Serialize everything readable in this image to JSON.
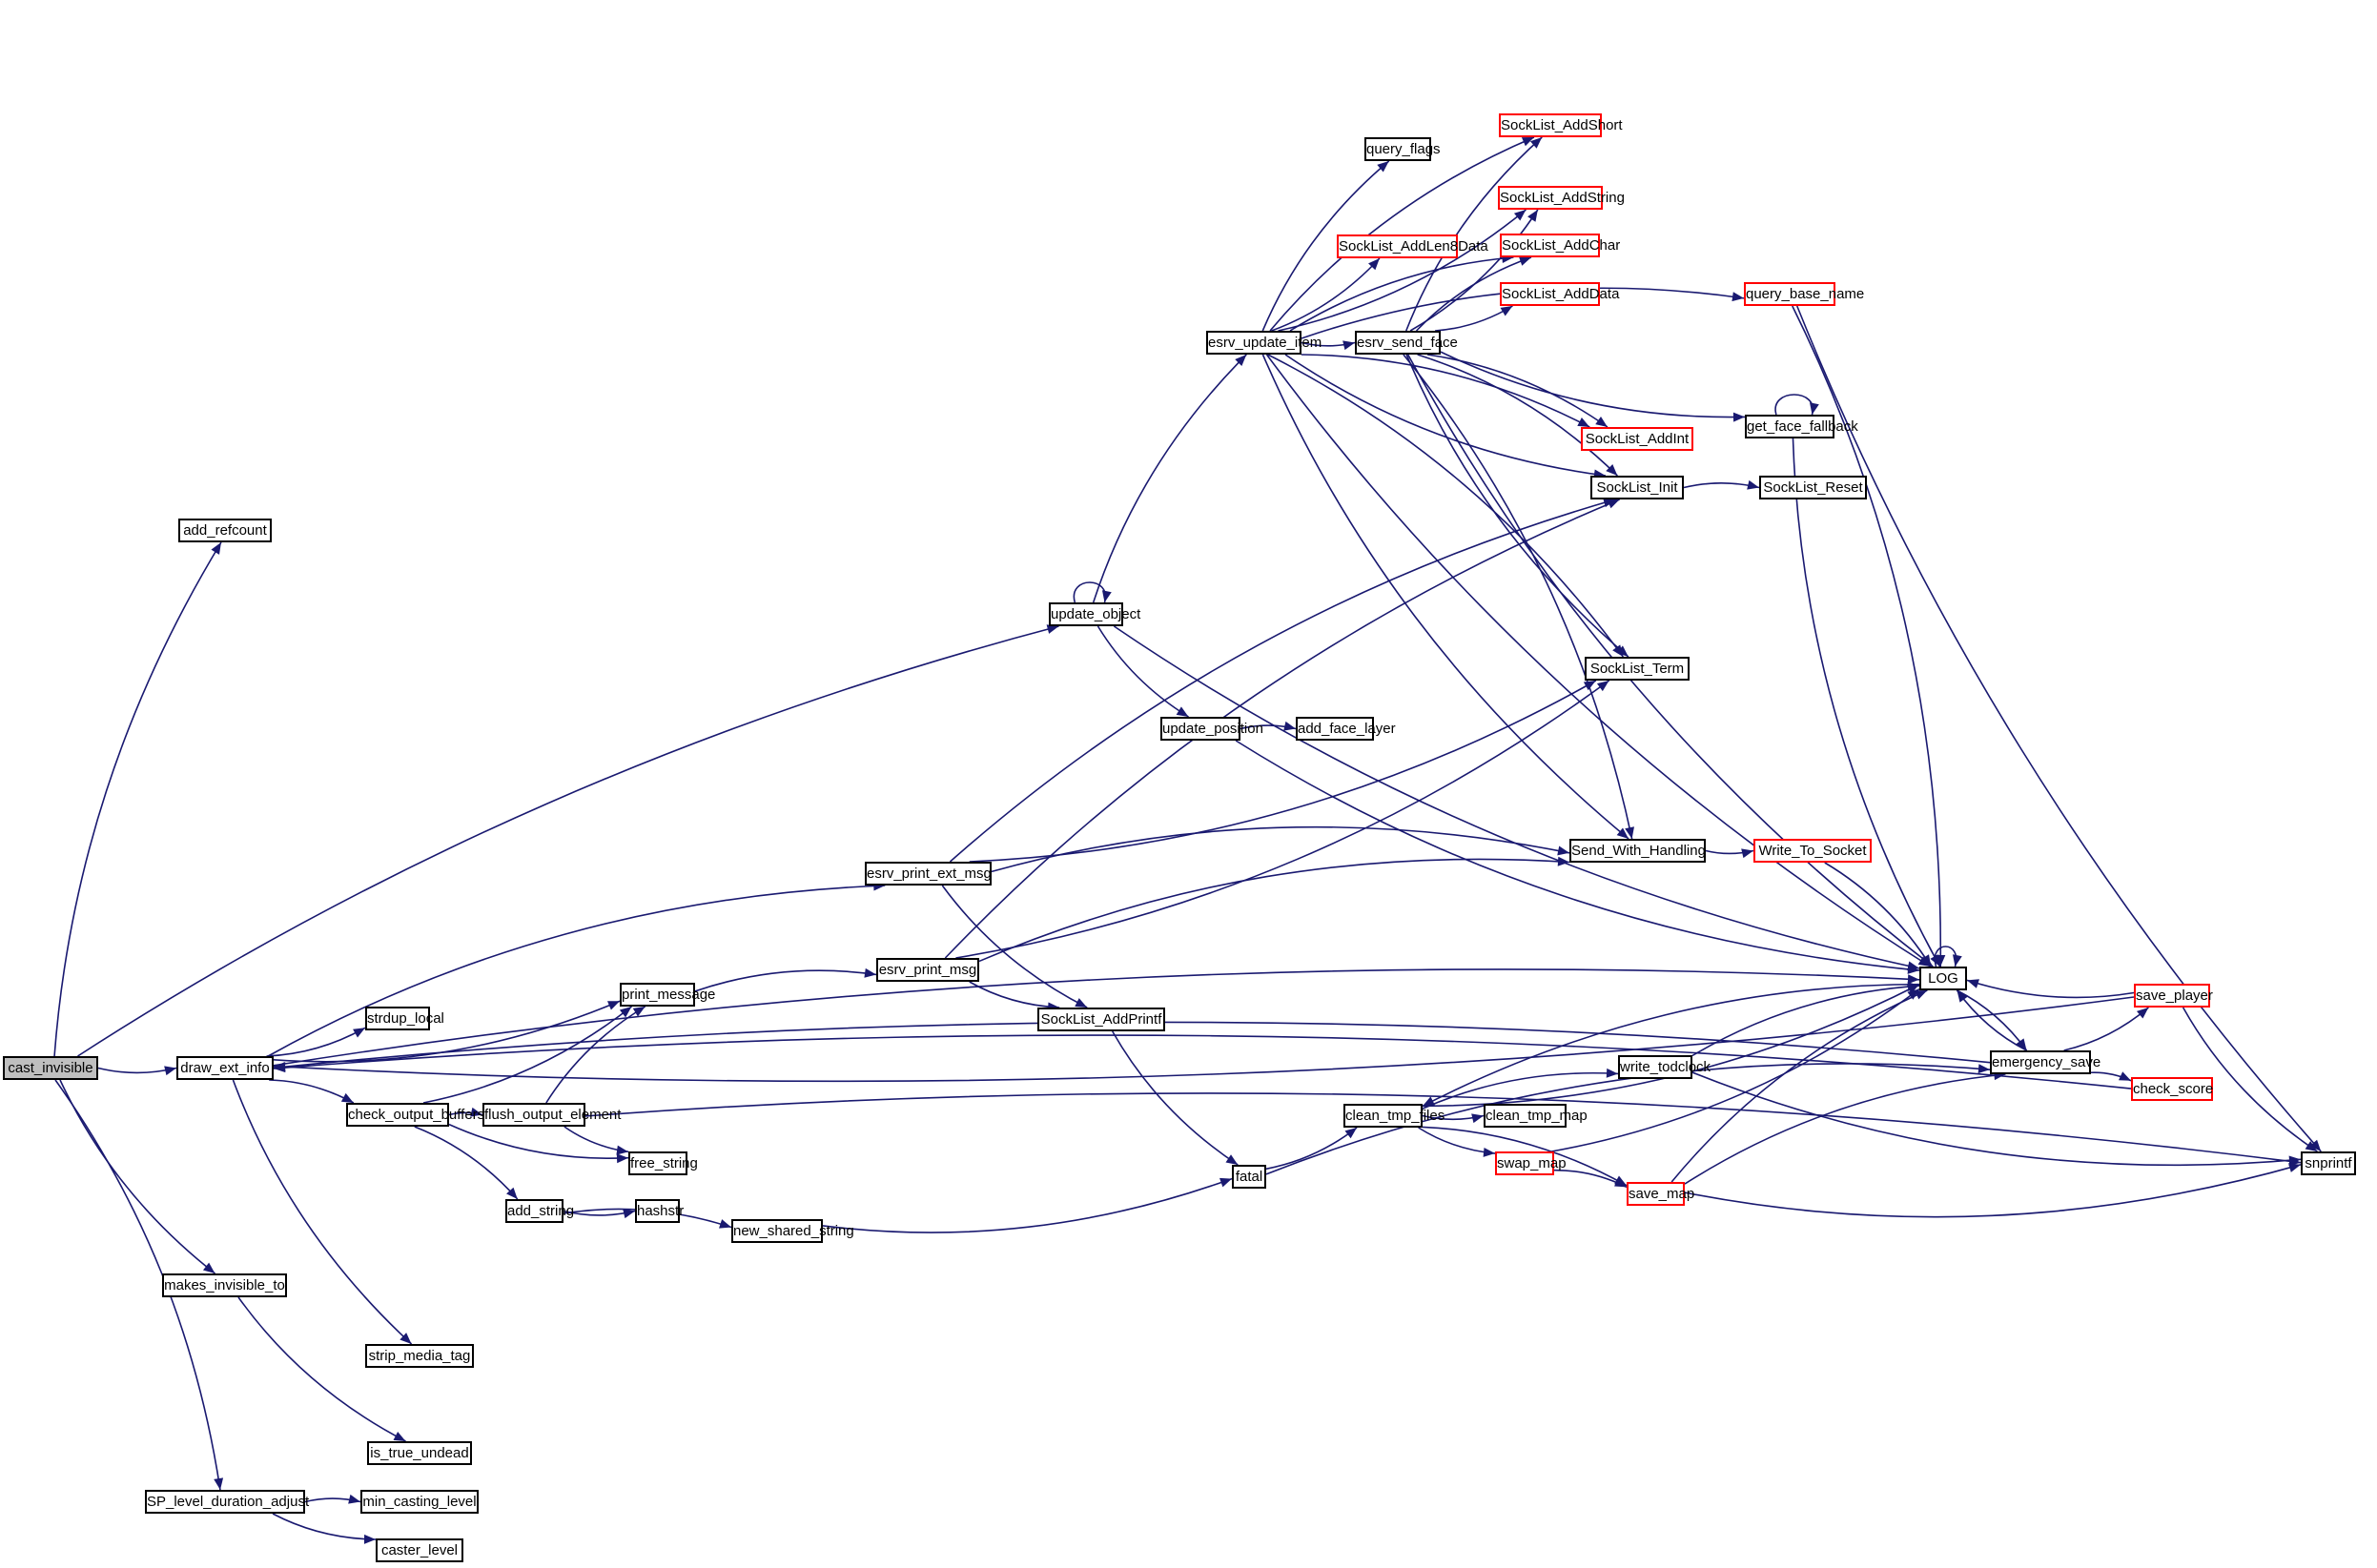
{
  "diagram": {
    "type": "call-graph",
    "root": "cast_invisible",
    "colors": {
      "edge": "#191970",
      "node_border": "#000000",
      "truncated_border": "#ff0000",
      "root_fill": "#bfbfbf"
    },
    "nodes": [
      {
        "id": "cast_invisible",
        "label": "cast_invisible",
        "style": "root"
      },
      {
        "id": "add_refcount",
        "label": "add_refcount",
        "style": "normal"
      },
      {
        "id": "draw_ext_info",
        "label": "draw_ext_info",
        "style": "normal"
      },
      {
        "id": "makes_invisible_to",
        "label": "makes_invisible_to",
        "style": "normal"
      },
      {
        "id": "SP_level_duration_adjust",
        "label": "SP_level_duration_adjust",
        "style": "normal"
      },
      {
        "id": "update_object",
        "label": "update_object",
        "style": "normal"
      },
      {
        "id": "strdup_local",
        "label": "strdup_local",
        "style": "normal"
      },
      {
        "id": "check_output_buffers",
        "label": "check_output_buffers",
        "style": "normal"
      },
      {
        "id": "strip_media_tag",
        "label": "strip_media_tag",
        "style": "normal"
      },
      {
        "id": "is_true_undead",
        "label": "is_true_undead",
        "style": "normal"
      },
      {
        "id": "min_casting_level",
        "label": "min_casting_level",
        "style": "normal"
      },
      {
        "id": "caster_level",
        "label": "caster_level",
        "style": "normal"
      },
      {
        "id": "flush_output_element",
        "label": "flush_output_element",
        "style": "normal"
      },
      {
        "id": "add_string",
        "label": "add_string",
        "style": "normal"
      },
      {
        "id": "free_string",
        "label": "free_string",
        "style": "normal"
      },
      {
        "id": "hashstr",
        "label": "hashstr",
        "style": "normal"
      },
      {
        "id": "print_message",
        "label": "print_message",
        "style": "normal"
      },
      {
        "id": "esrv_print_ext_msg",
        "label": "esrv_print_ext_msg",
        "style": "normal"
      },
      {
        "id": "esrv_print_msg",
        "label": "esrv_print_msg",
        "style": "normal"
      },
      {
        "id": "new_shared_string",
        "label": "new_shared_string",
        "style": "normal"
      },
      {
        "id": "SockList_AddPrintf",
        "label": "SockList_AddPrintf",
        "style": "normal"
      },
      {
        "id": "update_position",
        "label": "update_position",
        "style": "normal"
      },
      {
        "id": "add_face_layer",
        "label": "add_face_layer",
        "style": "normal"
      },
      {
        "id": "esrv_update_item",
        "label": "esrv_update_item",
        "style": "normal"
      },
      {
        "id": "esrv_send_face",
        "label": "esrv_send_face",
        "style": "normal"
      },
      {
        "id": "query_flags",
        "label": "query_flags",
        "style": "normal"
      },
      {
        "id": "SockList_AddLen8Data",
        "label": "SockList_AddLen8Data",
        "style": "truncated"
      },
      {
        "id": "SockList_AddShort",
        "label": "SockList_AddShort",
        "style": "truncated"
      },
      {
        "id": "SockList_AddString",
        "label": "SockList_AddString",
        "style": "truncated"
      },
      {
        "id": "SockList_AddChar",
        "label": "SockList_AddChar",
        "style": "truncated"
      },
      {
        "id": "SockList_AddData",
        "label": "SockList_AddData",
        "style": "truncated"
      },
      {
        "id": "SockList_AddInt",
        "label": "SockList_AddInt",
        "style": "truncated"
      },
      {
        "id": "SockList_Init",
        "label": "SockList_Init",
        "style": "normal"
      },
      {
        "id": "SockList_Reset",
        "label": "SockList_Reset",
        "style": "normal"
      },
      {
        "id": "SockList_Term",
        "label": "SockList_Term",
        "style": "normal"
      },
      {
        "id": "Send_With_Handling",
        "label": "Send_With_Handling",
        "style": "normal"
      },
      {
        "id": "Write_To_Socket",
        "label": "Write_To_Socket",
        "style": "truncated"
      },
      {
        "id": "query_base_name",
        "label": "query_base_name",
        "style": "truncated"
      },
      {
        "id": "get_face_fallback",
        "label": "get_face_fallback",
        "style": "normal"
      },
      {
        "id": "fatal",
        "label": "fatal",
        "style": "normal"
      },
      {
        "id": "clean_tmp_files",
        "label": "clean_tmp_files",
        "style": "normal"
      },
      {
        "id": "clean_tmp_map",
        "label": "clean_tmp_map",
        "style": "normal"
      },
      {
        "id": "write_todclock",
        "label": "write_todclock",
        "style": "normal"
      },
      {
        "id": "swap_map",
        "label": "swap_map",
        "style": "truncated"
      },
      {
        "id": "save_map",
        "label": "save_map",
        "style": "truncated"
      },
      {
        "id": "LOG",
        "label": "LOG",
        "style": "normal"
      },
      {
        "id": "emergency_save",
        "label": "emergency_save",
        "style": "normal"
      },
      {
        "id": "save_player",
        "label": "save_player",
        "style": "truncated"
      },
      {
        "id": "check_score",
        "label": "check_score",
        "style": "truncated"
      },
      {
        "id": "snprintf",
        "label": "snprintf",
        "style": "normal"
      }
    ],
    "edges": [
      [
        "cast_invisible",
        "add_refcount"
      ],
      [
        "cast_invisible",
        "draw_ext_info"
      ],
      [
        "cast_invisible",
        "update_object"
      ],
      [
        "cast_invisible",
        "makes_invisible_to"
      ],
      [
        "cast_invisible",
        "SP_level_duration_adjust"
      ],
      [
        "draw_ext_info",
        "strdup_local"
      ],
      [
        "draw_ext_info",
        "check_output_buffers"
      ],
      [
        "draw_ext_info",
        "print_message"
      ],
      [
        "draw_ext_info",
        "esrv_print_ext_msg"
      ],
      [
        "draw_ext_info",
        "strip_media_tag"
      ],
      [
        "draw_ext_info",
        "LOG"
      ],
      [
        "makes_invisible_to",
        "is_true_undead"
      ],
      [
        "SP_level_duration_adjust",
        "min_casting_level"
      ],
      [
        "SP_level_duration_adjust",
        "caster_level"
      ],
      [
        "check_output_buffers",
        "flush_output_element"
      ],
      [
        "check_output_buffers",
        "free_string"
      ],
      [
        "check_output_buffers",
        "add_string"
      ],
      [
        "check_output_buffers",
        "print_message"
      ],
      [
        "flush_output_element",
        "print_message"
      ],
      [
        "flush_output_element",
        "free_string"
      ],
      [
        "flush_output_element",
        "snprintf"
      ],
      [
        "add_string",
        "hashstr"
      ],
      [
        "add_string",
        "new_shared_string"
      ],
      [
        "new_shared_string",
        "fatal"
      ],
      [
        "print_message",
        "esrv_print_msg"
      ],
      [
        "esrv_print_msg",
        "SockList_AddPrintf"
      ],
      [
        "esrv_print_msg",
        "SockList_Init"
      ],
      [
        "esrv_print_msg",
        "SockList_Term"
      ],
      [
        "esrv_print_msg",
        "Send_With_Handling"
      ],
      [
        "esrv_print_ext_msg",
        "SockList_AddPrintf"
      ],
      [
        "esrv_print_ext_msg",
        "SockList_Init"
      ],
      [
        "esrv_print_ext_msg",
        "SockList_Term"
      ],
      [
        "esrv_print_ext_msg",
        "Send_With_Handling"
      ],
      [
        "SockList_AddPrintf",
        "fatal"
      ],
      [
        "update_object",
        "update_object"
      ],
      [
        "update_object",
        "update_position"
      ],
      [
        "update_object",
        "esrv_update_item"
      ],
      [
        "update_object",
        "LOG"
      ],
      [
        "update_position",
        "add_face_layer"
      ],
      [
        "update_position",
        "LOG"
      ],
      [
        "esrv_update_item",
        "query_flags"
      ],
      [
        "esrv_update_item",
        "SockList_AddLen8Data"
      ],
      [
        "esrv_update_item",
        "SockList_AddShort"
      ],
      [
        "esrv_update_item",
        "SockList_AddString"
      ],
      [
        "esrv_update_item",
        "SockList_AddChar"
      ],
      [
        "esrv_update_item",
        "esrv_send_face"
      ],
      [
        "esrv_update_item",
        "SockList_AddInt"
      ],
      [
        "esrv_update_item",
        "SockList_Init"
      ],
      [
        "esrv_update_item",
        "SockList_Term"
      ],
      [
        "esrv_update_item",
        "Send_With_Handling"
      ],
      [
        "esrv_update_item",
        "query_base_name"
      ],
      [
        "esrv_update_item",
        "LOG"
      ],
      [
        "esrv_send_face",
        "SockList_AddShort"
      ],
      [
        "esrv_send_face",
        "SockList_AddString"
      ],
      [
        "esrv_send_face",
        "SockList_AddChar"
      ],
      [
        "esrv_send_face",
        "SockList_AddData"
      ],
      [
        "esrv_send_face",
        "SockList_AddInt"
      ],
      [
        "esrv_send_face",
        "get_face_fallback"
      ],
      [
        "esrv_send_face",
        "SockList_Init"
      ],
      [
        "esrv_send_face",
        "SockList_Term"
      ],
      [
        "esrv_send_face",
        "Send_With_Handling"
      ],
      [
        "esrv_send_face",
        "LOG"
      ],
      [
        "get_face_fallback",
        "get_face_fallback"
      ],
      [
        "get_face_fallback",
        "LOG"
      ],
      [
        "query_base_name",
        "LOG"
      ],
      [
        "query_base_name",
        "snprintf"
      ],
      [
        "SockList_Init",
        "SockList_Reset"
      ],
      [
        "Send_With_Handling",
        "Write_To_Socket"
      ],
      [
        "Write_To_Socket",
        "LOG"
      ],
      [
        "fatal",
        "clean_tmp_files"
      ],
      [
        "fatal",
        "emergency_save"
      ],
      [
        "clean_tmp_files",
        "clean_tmp_map"
      ],
      [
        "clean_tmp_files",
        "write_todclock"
      ],
      [
        "clean_tmp_files",
        "swap_map"
      ],
      [
        "clean_tmp_files",
        "save_map"
      ],
      [
        "clean_tmp_files",
        "LOG"
      ],
      [
        "write_todclock",
        "LOG"
      ],
      [
        "write_todclock",
        "snprintf"
      ],
      [
        "swap_map",
        "save_map"
      ],
      [
        "swap_map",
        "LOG"
      ],
      [
        "save_map",
        "LOG"
      ],
      [
        "save_map",
        "snprintf"
      ],
      [
        "save_map",
        "emergency_save"
      ],
      [
        "LOG",
        "LOG"
      ],
      [
        "LOG",
        "emergency_save"
      ],
      [
        "LOG",
        "clean_tmp_files"
      ],
      [
        "emergency_save",
        "LOG"
      ],
      [
        "emergency_save",
        "save_player"
      ],
      [
        "emergency_save",
        "check_score"
      ],
      [
        "emergency_save",
        "draw_ext_info"
      ],
      [
        "save_player",
        "LOG"
      ],
      [
        "save_player",
        "snprintf"
      ],
      [
        "save_player",
        "draw_ext_info"
      ],
      [
        "check_score",
        "draw_ext_info"
      ]
    ]
  }
}
